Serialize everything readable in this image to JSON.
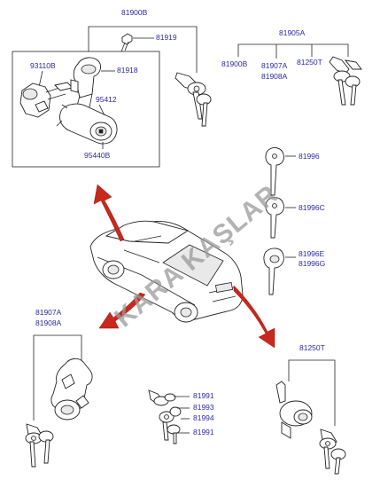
{
  "labels": {
    "l81900B_top": "81900B",
    "l81919": "81919",
    "l93110B": "93110B",
    "l81918": "81918",
    "l95412": "95412",
    "l95440B": "95440B",
    "l81905A": "81905A",
    "l81900B_set": "81900B",
    "l81907A_set": "81907A",
    "l81908A_set": "81908A",
    "l81250T_set": "81250T",
    "l81996": "81996",
    "l81996C": "81996C",
    "l81996E": "81996E",
    "l81996G": "81996G",
    "l81907A": "81907A",
    "l81908A": "81908A",
    "l81250T": "81250T",
    "l81991a": "81991",
    "l81993": "81993",
    "l81994": "81994",
    "l81991b": "81991"
  },
  "watermark": "KARA KAŞLAR",
  "colors": {
    "label": "#2a2aa0",
    "arrow": "#c8281e",
    "line": "#222222"
  }
}
